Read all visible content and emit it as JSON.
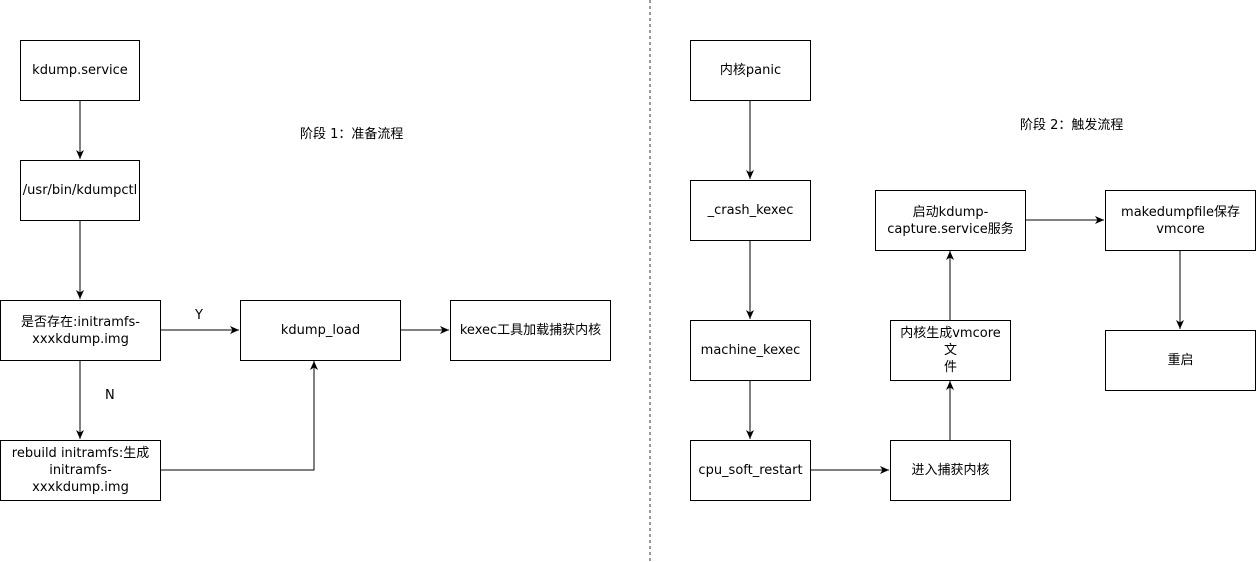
{
  "stage1": {
    "title": "阶段 1：准备流程",
    "nodes": {
      "kdump_service": "kdump.service",
      "kdumpctl": "/usr/bin/kdumpctl",
      "check_initramfs": "是否存在:initramfs-\nxxxkdump.img",
      "kdump_load": "kdump_load",
      "kexec_load_capture": "kexec工具加载捕获内核",
      "rebuild_initramfs": "rebuild initramfs:生成\ninitramfs-xxxkdump.img"
    },
    "edge_labels": {
      "yes": "Y",
      "no": "N"
    }
  },
  "stage2": {
    "title": "阶段 2：触发流程",
    "nodes": {
      "kernel_panic": "内核panic",
      "crash_kexec": "_crash_kexec",
      "machine_kexec": "machine_kexec",
      "cpu_soft_restart": "cpu_soft_restart",
      "enter_capture_kernel": "进入捕获内核",
      "generate_vmcore": "内核生成vmcore文\n件",
      "start_capture_service": "启动kdump-\ncapture.service服务",
      "makedumpfile": "makedumpfile保存\nvmcore",
      "reboot": "重启"
    }
  },
  "colors": {
    "stroke": "#000000",
    "background": "#ffffff",
    "divider": "#333333"
  }
}
